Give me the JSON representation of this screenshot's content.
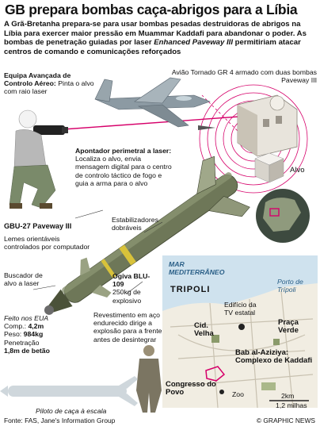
{
  "header": {
    "title": "GB prepara bombas caça-abrigos para a Líbia",
    "lead_bold": "A Grã-Bretanha prepara-se para usar bombas pesadas destruidoras de abrigos na Líbia para exercer maior pressão em Muammar Kaddafi para abandonar o poder. As bombas de penetração guiadas por laser ",
    "lead_italic": "Enhanced Paveway III",
    "lead_rest": " permitiriam atacar centros de comando e comunicações reforçados"
  },
  "labels": {
    "team_title": "Equipa Avançada de Controlo Aéreo:",
    "team_text": "Pinta o alvo com raio laser",
    "aircraft": "Avião Tornado GR 4 armado com duas bombas Paveway III",
    "designator_title": "Apontador perimetral a laser:",
    "designator_text": "Localiza o alvo, envia mensagem digital para o centro de controlo táctico de fogo e guia a arma para o alvo",
    "target": "Alvo",
    "stabilizers": "Estabilizadores dobráveis",
    "bomb_name": "GBU-27 Paveway III",
    "fins": "Lemes orientáveis controlados por computador",
    "seeker": "Buscador de alvo a laser",
    "warhead_title": "Ogiva BLU-109",
    "warhead_text": "250kg de explosivo",
    "casing": "Revestimento em aço endurecido dirige a explosão para a frente antes de desintegrar",
    "specs_title": "Feito nos EUA",
    "spec_length_label": "Comp.:",
    "spec_length": "4,2m",
    "spec_weight_label": "Peso:",
    "spec_weight": "984kg",
    "spec_pen_label": "Penetração",
    "spec_pen": "1,8m de betão",
    "pilot": "Piloto de caça à escala"
  },
  "map": {
    "sea": "MAR MEDITERRÂNEO",
    "city": "TRIPOLI",
    "port": "Porto de Trípoli",
    "tv": "Edifício da TV estatal",
    "old_city": "Cid. Velha",
    "green_square": "Praça Verde",
    "compound": "Bab al-Aziziya: Complexo de Kaddafi",
    "congress": "Congresso do Povo",
    "zoo": "Zoo",
    "scale_km": "2km",
    "scale_mi": "1,2 milhas"
  },
  "footer": {
    "source": "Fonte: FAS, Jane's Information Group",
    "credit": "© GRAPHIC NEWS"
  },
  "colors": {
    "bomb_body": "#6e7758",
    "bomb_band": "#d8c23a",
    "laser": "#d6006a",
    "map_sea": "#cfe2ee",
    "map_land": "#f1ede2",
    "map_road": "#c8c1b0"
  }
}
